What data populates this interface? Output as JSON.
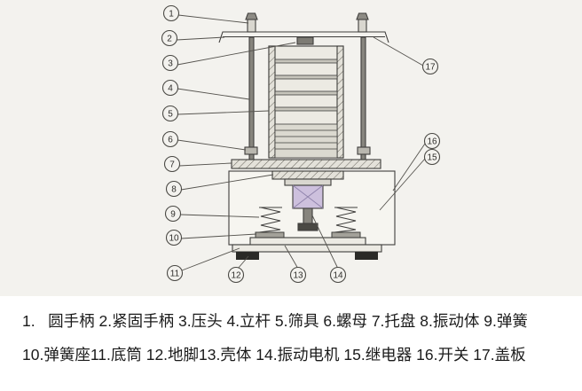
{
  "colors": {
    "scan_background": "#f3f2ee",
    "line": "#3f3e3c",
    "motor_fill": "#cdc0dd",
    "text": "#1b1b1b"
  },
  "legend": {
    "line1": "1.   圆手柄 2.紧固手柄 3.压头 4.立杆 5.筛具 6.螺母 7.托盘 8.振动体 9.弹簧",
    "line2": "10.弹簧座11.底筒 12.地脚13.壳体 14.振动电机 15.继电器 16.开关 17.盖板",
    "parts": [
      {
        "num": "1",
        "name": "圆手柄"
      },
      {
        "num": "2",
        "name": "紧固手柄"
      },
      {
        "num": "3",
        "name": "压头"
      },
      {
        "num": "4",
        "name": "立杆"
      },
      {
        "num": "5",
        "name": "筛具"
      },
      {
        "num": "6",
        "name": "螺母"
      },
      {
        "num": "7",
        "name": "托盘"
      },
      {
        "num": "8",
        "name": "振动体"
      },
      {
        "num": "9",
        "name": "弹簧"
      },
      {
        "num": "10",
        "name": "弹簧座"
      },
      {
        "num": "11",
        "name": "底筒"
      },
      {
        "num": "12",
        "name": "地脚"
      },
      {
        "num": "13",
        "name": "壳体"
      },
      {
        "num": "14",
        "name": "振动电机"
      },
      {
        "num": "15",
        "name": "继电器"
      },
      {
        "num": "16",
        "name": "开关"
      },
      {
        "num": "17",
        "name": "盖板"
      }
    ]
  }
}
